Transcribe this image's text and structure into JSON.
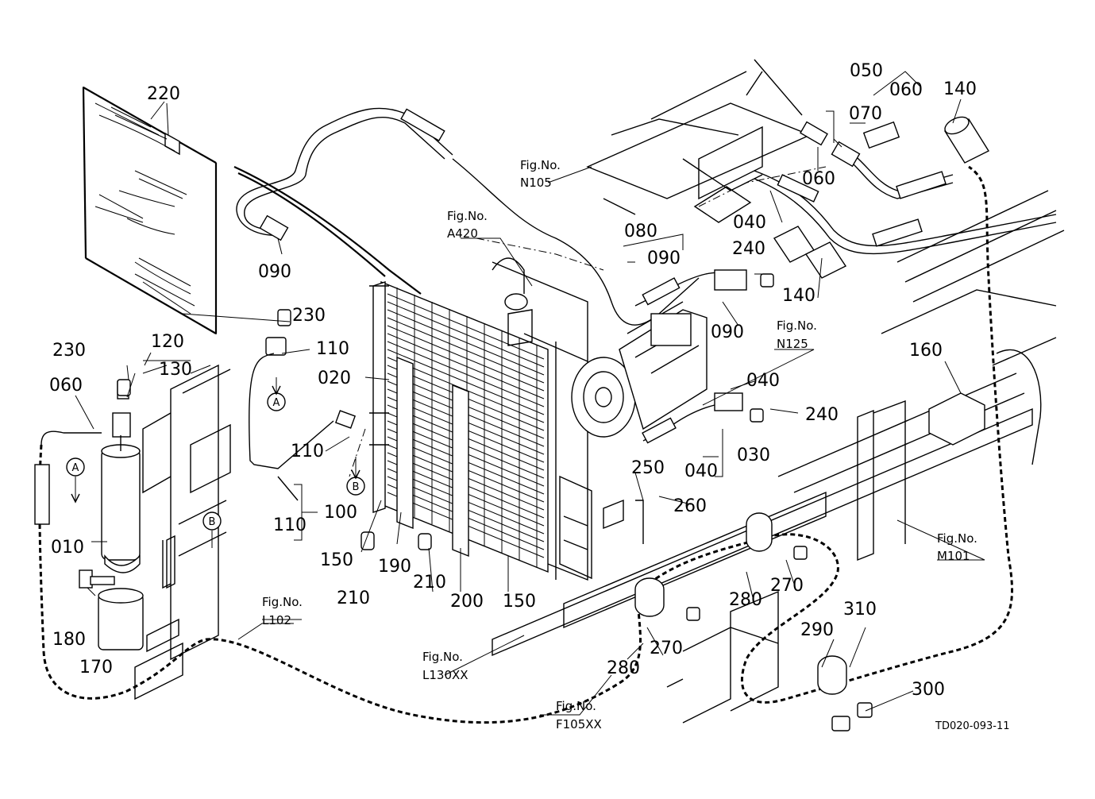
{
  "diagram": {
    "reference_code": "TD020-093-11",
    "part_labels": {
      "p010": "010",
      "p020": "020",
      "p030": "030",
      "p040a": "040",
      "p040b": "040",
      "p040c": "040",
      "p050": "050",
      "p060a": "060",
      "p060b": "060",
      "p060c": "060",
      "p070": "070",
      "p080": "080",
      "p090a": "090",
      "p090b": "090",
      "p090c": "090",
      "p100": "100",
      "p110a": "110",
      "p110b": "110",
      "p110c": "110",
      "p120": "120",
      "p130": "130",
      "p140a": "140",
      "p140b": "140",
      "p150a": "150",
      "p150b": "150",
      "p160": "160",
      "p170": "170",
      "p180": "180",
      "p190": "190",
      "p200": "200",
      "p210a": "210",
      "p210b": "210",
      "p220": "220",
      "p230a": "230",
      "p230b": "230",
      "p240a": "240",
      "p240b": "240",
      "p250": "250",
      "p260": "260",
      "p270a": "270",
      "p270b": "270",
      "p280a": "280",
      "p280b": "280",
      "p290": "290",
      "p300": "300",
      "p310": "310"
    },
    "figure_refs": {
      "n105": {
        "line1": "Fig.No.",
        "line2": "N105"
      },
      "a420": {
        "line1": "Fig.No.",
        "line2": "A420"
      },
      "n125": {
        "line1": "Fig.No.",
        "line2": "N125"
      },
      "m101": {
        "line1": "Fig.No.",
        "line2": "M101"
      },
      "l102": {
        "line1": "Fig.No.",
        "line2": "L102"
      },
      "l130": {
        "line1": "Fig.No.",
        "line2": "L130XX"
      },
      "f105": {
        "line1": "Fig.No.",
        "line2": "F105XX"
      }
    },
    "connection_markers": {
      "a1": "A",
      "a2": "A",
      "b1": "B",
      "b2": "B"
    }
  }
}
